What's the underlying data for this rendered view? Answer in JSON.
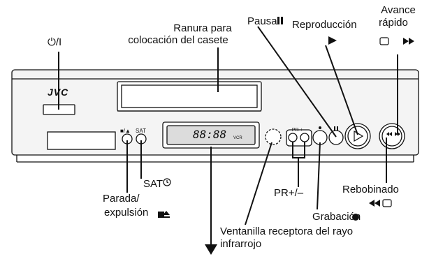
{
  "brand": "JVC",
  "callouts": {
    "power": "⏻/I",
    "slot_line1": "Ranura para",
    "slot_line2": "colocación del casete",
    "pause": "Pausa",
    "play_line1": "Reproducción",
    "ff_line1": "Avance",
    "ff_line2": "rápido",
    "sat_timer": "SAT",
    "stop_eject_line1": "Parada/",
    "stop_eject_line2": "expulsión",
    "channel": "PR+/–",
    "record": "Grabación",
    "rewind": "Rebobinado",
    "ir_window_line1": "Ventanilla receptora del rayo",
    "ir_window_line2": "infrarrojo"
  },
  "panel_marks": {
    "stop_eject": "■/▲",
    "sat": "SAT",
    "display_time": "88:88",
    "pr": "– PR +",
    "vcr": "VCR"
  },
  "colors": {
    "line": "#111111",
    "body_fill": "#f4f4f4",
    "display_fill": "#dcdcdc"
  }
}
